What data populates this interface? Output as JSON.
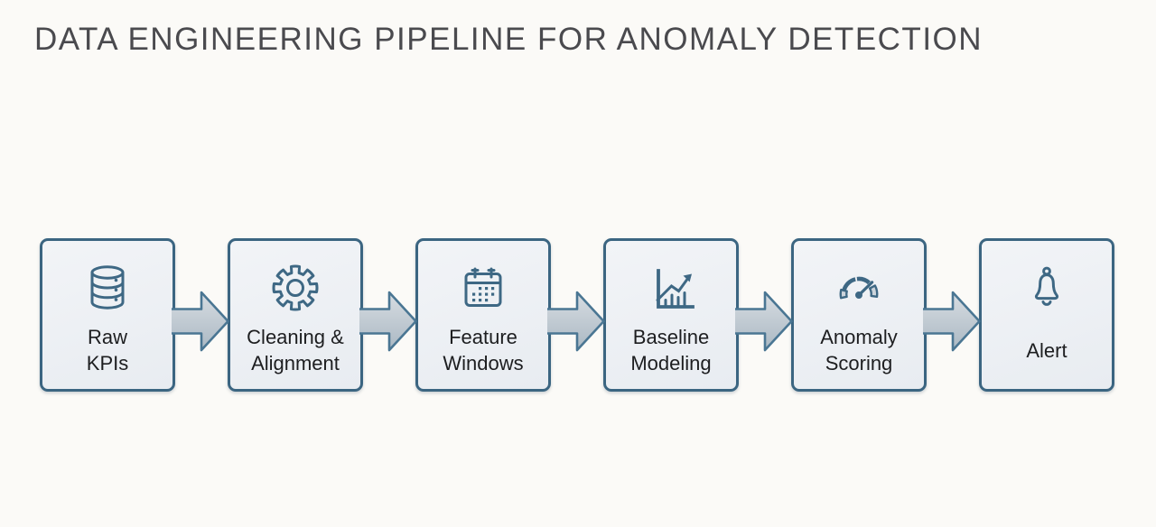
{
  "title": "DATA ENGINEERING PIPELINE FOR ANOMALY DETECTION",
  "stages": [
    {
      "label": "Raw\nKPIs",
      "icon": "database-icon"
    },
    {
      "label": "Cleaning &\nAlignment",
      "icon": "gear-icon"
    },
    {
      "label": "Feature\nWindows",
      "icon": "calendar-icon"
    },
    {
      "label": "Baseline\nModeling",
      "icon": "trend-chart-icon"
    },
    {
      "label": "Anomaly\nScoring",
      "icon": "gauge-icon"
    },
    {
      "label": "Alert",
      "icon": "bell-icon"
    }
  ],
  "connector_icon": "arrow-right-icon",
  "connector_count": 5,
  "colors": {
    "background": "#fbfaf7",
    "box_fill_light": "#f2f4f7",
    "box_fill_dark": "#e8ecf1",
    "box_border": "#3b6581",
    "icon_stroke": "#3e6884",
    "gauge_wedge": "#ccd4db",
    "arrow_fill_light": "#d8dde2",
    "arrow_fill_dark": "#aab8c3",
    "arrow_border": "#4a7693",
    "label_text": "#1d1e20",
    "title_text": "#4a4a4e"
  }
}
